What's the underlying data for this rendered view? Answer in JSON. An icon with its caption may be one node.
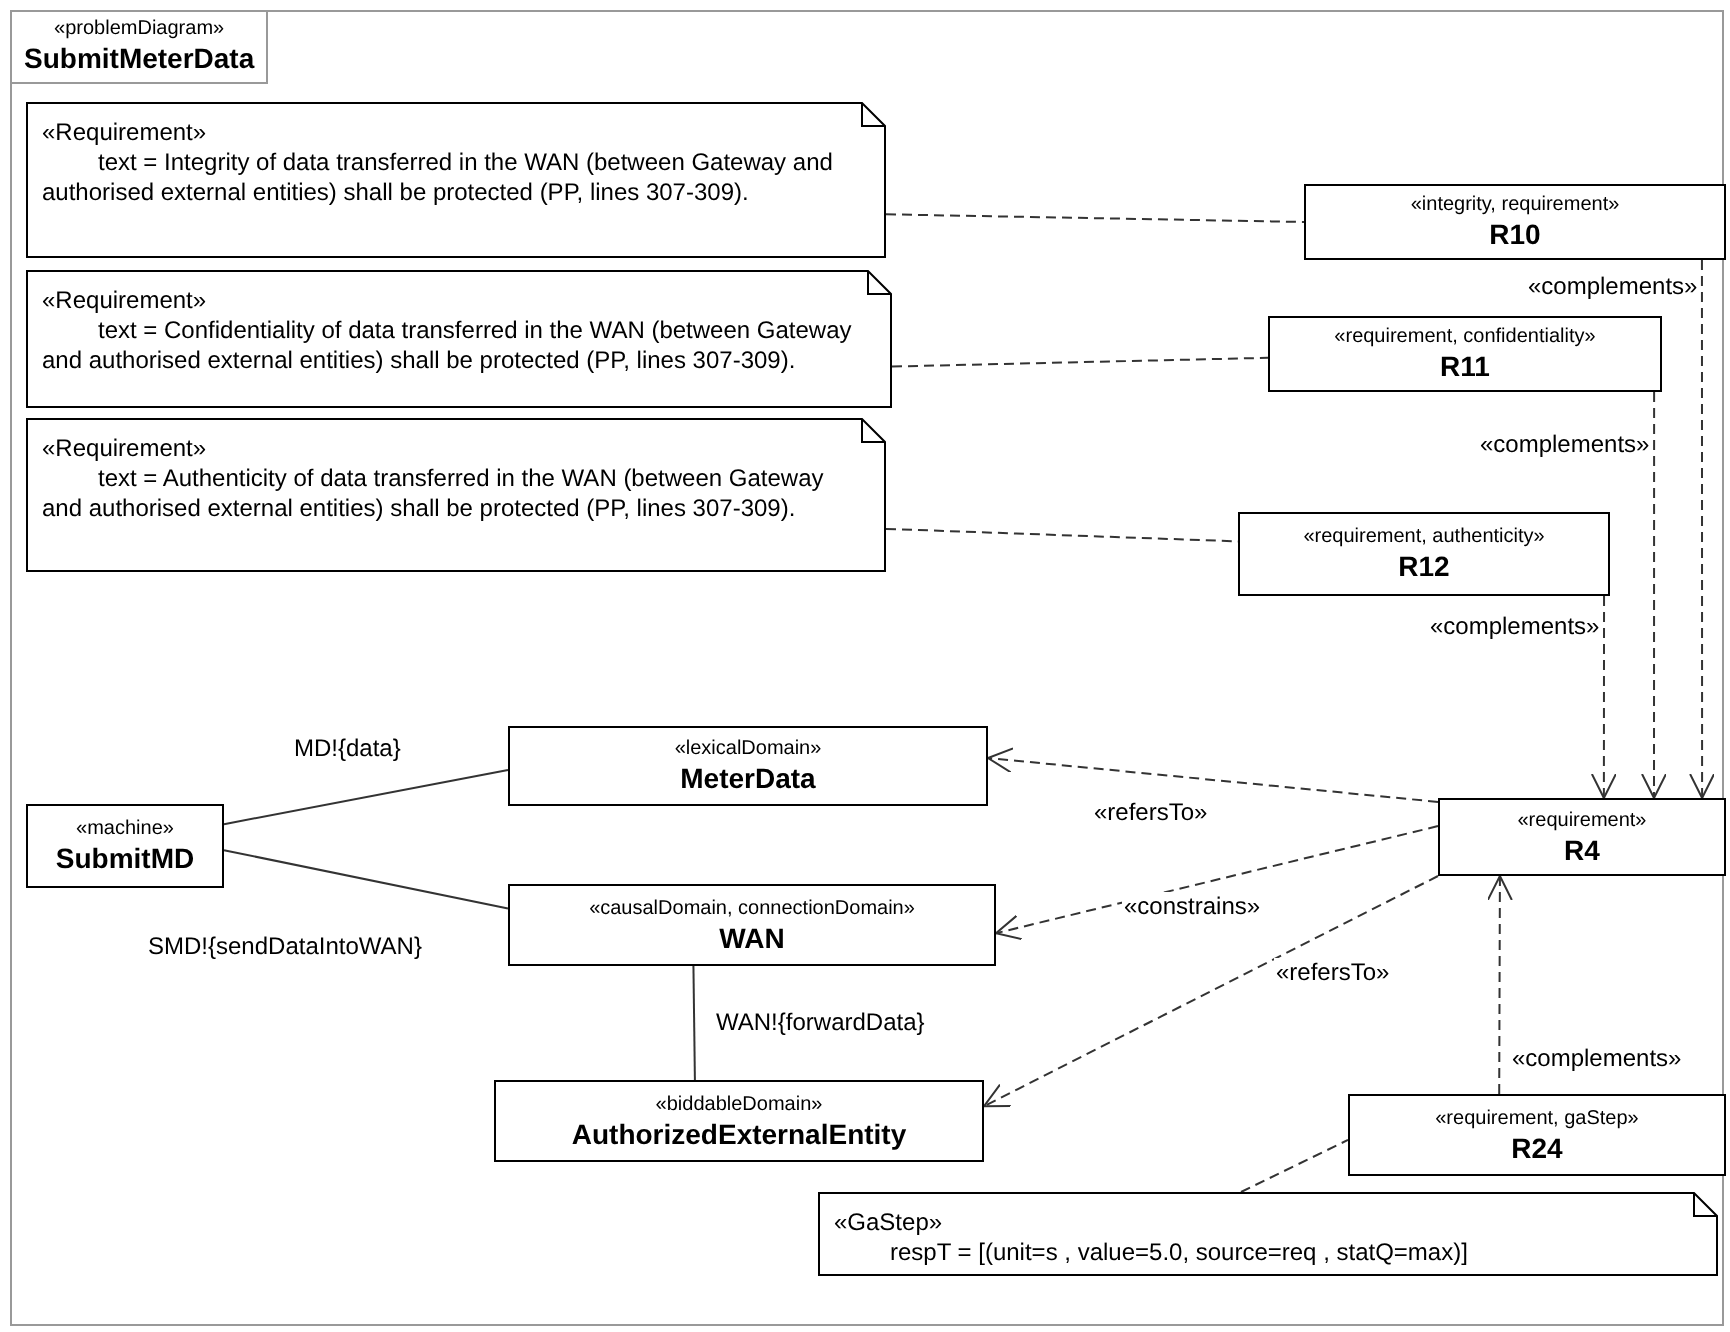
{
  "diagram": {
    "nodes": [
      {
        "text": [
          "«problemDiagram»",
          "SubmitMeterData"
        ]
      },
      {
        "text": [
          "«Requirement»",
          "text = Integrity of data transferred in the WAN (between Gateway and authorised external entities) shall be protected (PP, lines 307-309)."
        ],
        "in": 0
      },
      {
        "text": [
          "«integrity, requirement»",
          "R10"
        ],
        "in": 0
      },
      {
        "text": [
          "«Requirement»",
          "text = Confidentiality of data transferred in the WAN (between Gateway and authorised external entities) shall be protected (PP, lines 307-309)."
        ],
        "in": 0
      },
      {
        "text": [
          "«requirement, confidentiality»",
          "R11"
        ],
        "in": 0
      },
      {
        "text": [
          "«Requirement»",
          "text = Authenticity of data transferred in the WAN (between Gateway and authorised external entities) shall be protected (PP, lines 307-309)."
        ],
        "in": 0
      },
      {
        "text": [
          "«requirement, authenticity»",
          "R12"
        ],
        "in": 0
      },
      {
        "text": [
          "«machine»",
          "SubmitMD"
        ],
        "in": 0
      },
      {
        "text": [
          "«lexicalDomain»",
          "MeterData"
        ],
        "in": 0
      },
      {
        "text": [
          "«requirement»",
          "R4"
        ],
        "in": 0
      },
      {
        "text": [
          "«causalDomain, connectionDomain»",
          "WAN"
        ],
        "in": 0
      },
      {
        "text": [
          "«biddableDomain»",
          "AuthorizedExternalEntity"
        ],
        "in": 0
      },
      {
        "text": [
          "«requirement, gaStep»",
          "R24"
        ],
        "in": 0
      },
      {
        "text": [
          "«GaStep»",
          "respT = [(unit=s , value=5.0, source=req , statQ=max)]"
        ],
        "in": 0
      }
    ],
    "edges": [
      {
        "from": 1,
        "to": 2,
        "arrow": "none",
        "style": "dashed"
      },
      {
        "from": 3,
        "to": 4,
        "arrow": "none",
        "style": "dashed"
      },
      {
        "from": 5,
        "to": 6,
        "arrow": "none",
        "style": "dashed"
      },
      {
        "from": 2,
        "to": 9,
        "arrow": "to",
        "style": "dashed",
        "label": "«complements»"
      },
      {
        "from": 4,
        "to": 9,
        "arrow": "to",
        "style": "dashed",
        "label": "«complements»"
      },
      {
        "from": 6,
        "to": 9,
        "arrow": "to",
        "style": "dashed",
        "label": "«complements»"
      },
      {
        "from": 7,
        "to": 8,
        "arrow": "none",
        "label": "MD!{data}"
      },
      {
        "from": 7,
        "to": 10,
        "arrow": "none",
        "label": "SMD!{sendDataIntoWAN}"
      },
      {
        "from": 10,
        "to": 11,
        "arrow": "none",
        "label": "WAN!{forwardData}"
      },
      {
        "from": 9,
        "to": 8,
        "arrow": "to",
        "style": "dashed",
        "label": "«refersTo»"
      },
      {
        "from": 9,
        "to": 10,
        "arrow": "to",
        "style": "dashed",
        "label": "«constrains»"
      },
      {
        "from": 9,
        "to": 11,
        "arrow": "to",
        "style": "dashed",
        "label": "«refersTo»"
      },
      {
        "from": 12,
        "to": 9,
        "arrow": "to",
        "style": "dashed",
        "label": "«complements»"
      },
      {
        "from": 13,
        "to": 12,
        "arrow": "none",
        "style": "dashed"
      }
    ]
  }
}
